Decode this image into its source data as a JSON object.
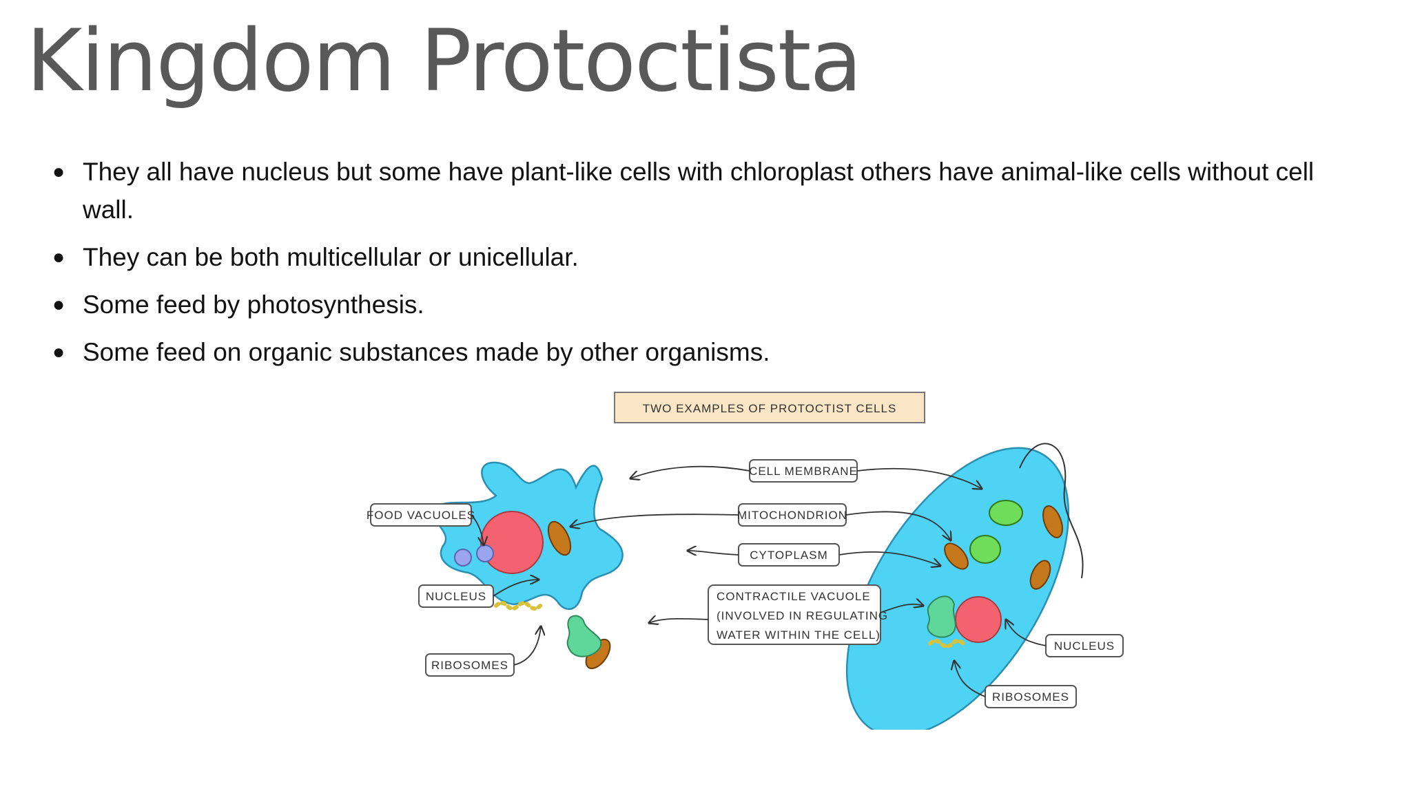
{
  "title": "Kingdom Protoctista",
  "bullets": [
    "They all have nucleus but some have plant-like cells with chloroplast others have animal-like cells without cell wall.",
    "They can be both multicellular or unicellular.",
    "Some feed by photosynthesis.",
    "Some feed on organic substances made by other organisms."
  ],
  "diagram": {
    "heading": "TWO EXAMPLES OF PROTOCTIST CELLS",
    "labels": {
      "cell_membrane": "CELL MEMBRANE",
      "mitochondrion": "MITOCHONDRION",
      "cytoplasm": "CYTOPLASM",
      "contractile_line1": "CONTRACTILE VACUOLE",
      "contractile_line2": "(INVOLVED IN REGULATING",
      "contractile_line3": "WATER WITHIN THE CELL)",
      "food_vacuoles": "FOOD VACUOLES",
      "nucleus_left": "NUCLEUS",
      "ribosomes_left": "RIBOSOMES",
      "nucleus_right": "NUCLEUS",
      "ribosomes_right": "RIBOSOMES"
    },
    "colors": {
      "cytoplasm": "#4fd3f5",
      "nucleus": "#f2636f",
      "mitochondrion": "#c5781b",
      "contractile_vacuole": "#5fd69a",
      "chloroplast": "#6fdc5a",
      "food_vacuole": "#9aa5f0",
      "ribosome": "#d8c23a",
      "heading_bg": "#fbe6c6"
    }
  }
}
